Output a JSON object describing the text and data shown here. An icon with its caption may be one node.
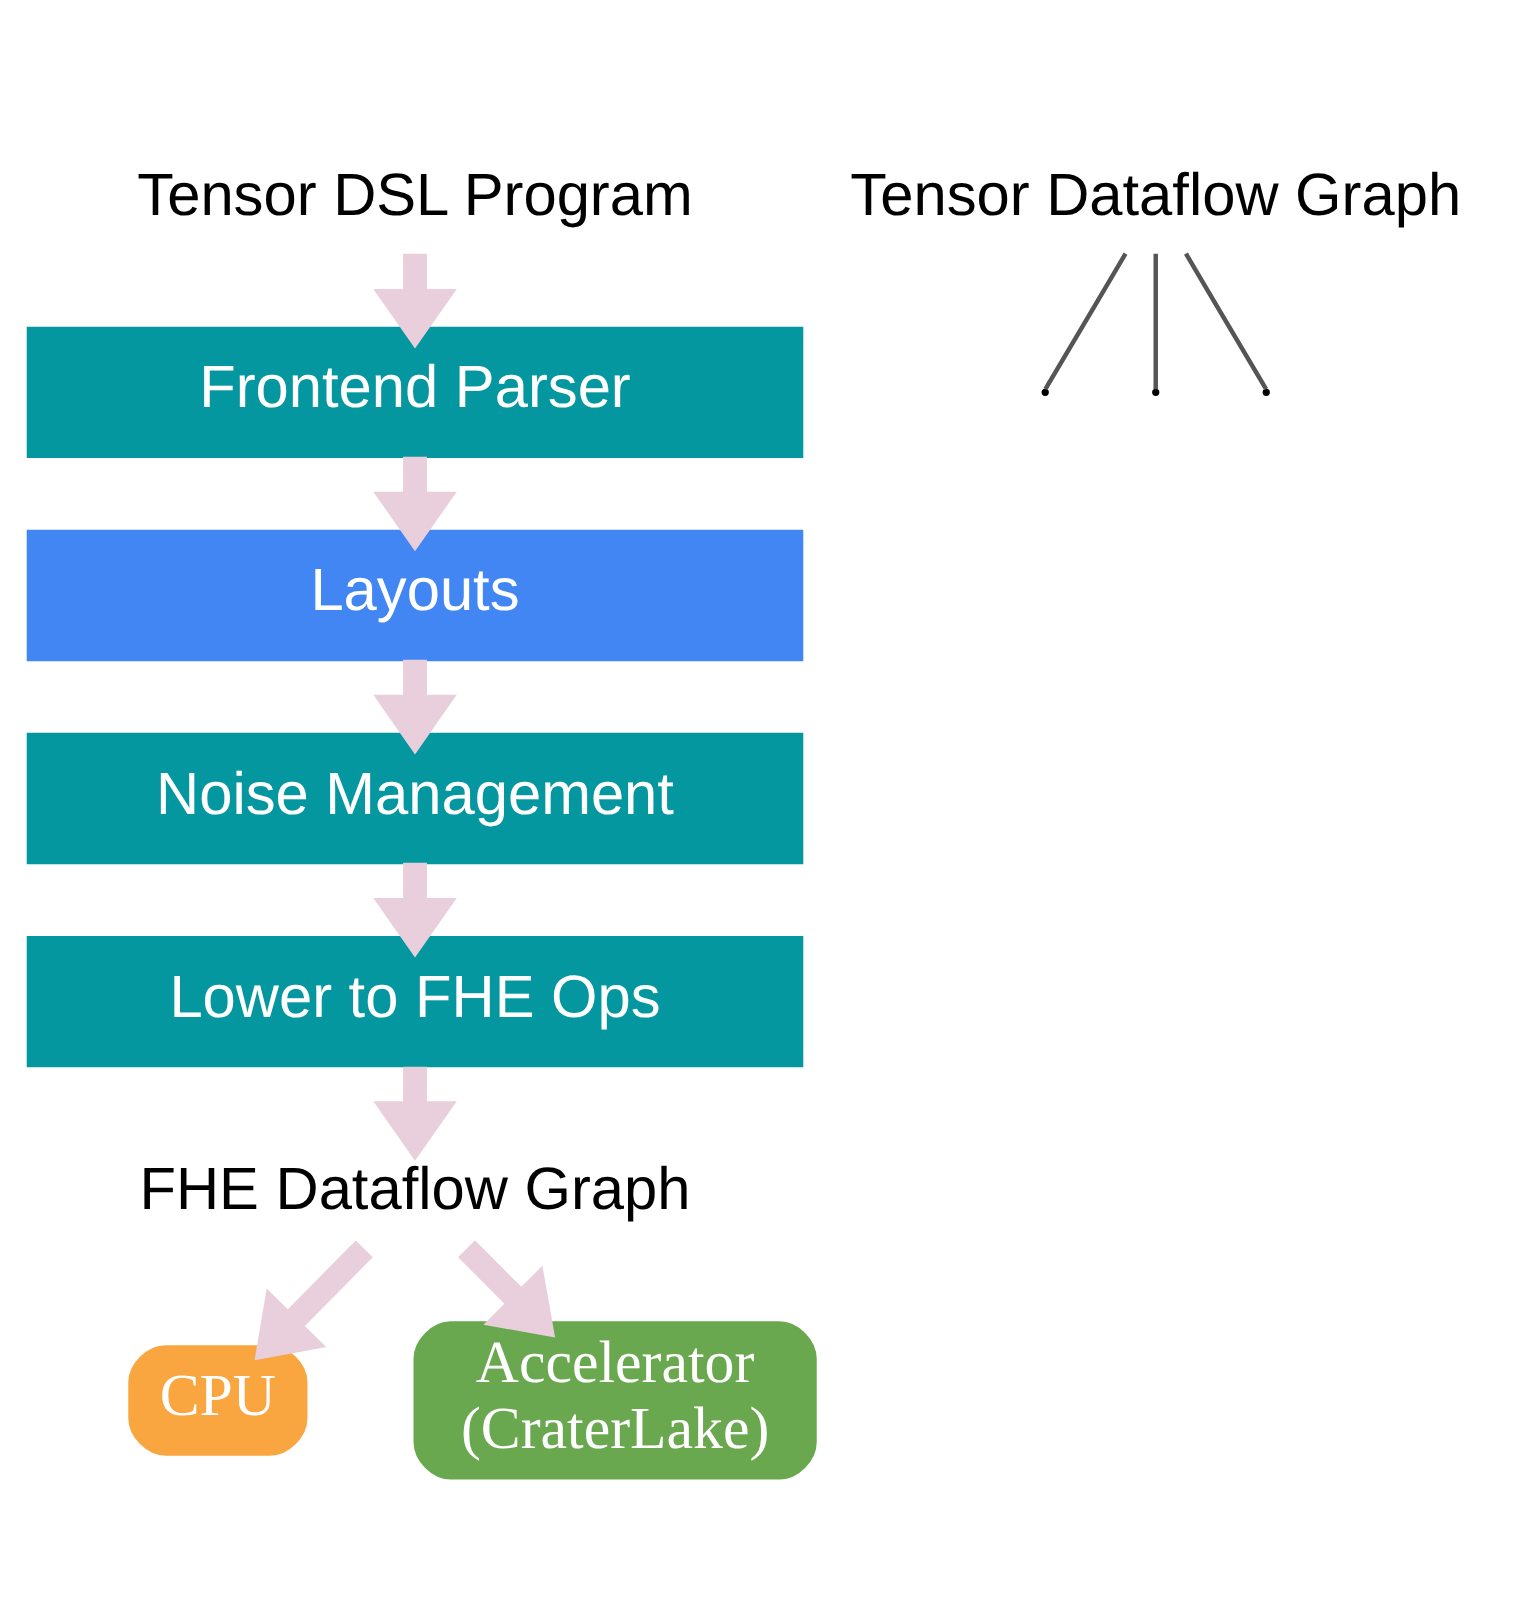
{
  "diagram": {
    "nodes": [
      {
        "text": [
          "Tensor DSL Program"
        ]
      },
      {
        "text": [
          "Frontend Parser"
        ]
      },
      {
        "text": [
          "Layouts"
        ]
      },
      {
        "text": [
          "Noise Management"
        ]
      },
      {
        "text": [
          "Lower to FHE Ops"
        ]
      },
      {
        "text": [
          "FHE Dataflow Graph"
        ]
      },
      {
        "text": [
          "CPU"
        ]
      },
      {
        "text": [
          "Accelerator (CraterLake)"
        ]
      },
      {
        "text": [
          "Tensor Dataflow Graph"
        ]
      }
    ],
    "edges": [
      {
        "from": 0,
        "to": 1,
        "arrow": "to"
      },
      {
        "from": 1,
        "to": 2,
        "arrow": "to"
      },
      {
        "from": 2,
        "to": 3,
        "arrow": "to"
      },
      {
        "from": 3,
        "to": 4,
        "arrow": "to"
      },
      {
        "from": 4,
        "to": 5,
        "arrow": "to"
      },
      {
        "from": 5,
        "to": 6,
        "arrow": "to"
      },
      {
        "from": 5,
        "to": 7,
        "arrow": "to"
      },
      {
        "from": 8,
        "to": null,
        "arrow": "none",
        "color": "#555555"
      },
      {
        "from": 8,
        "to": null,
        "arrow": "none",
        "color": "#555555"
      },
      {
        "from": 8,
        "to": null,
        "arrow": "none",
        "color": "#555555"
      }
    ]
  }
}
